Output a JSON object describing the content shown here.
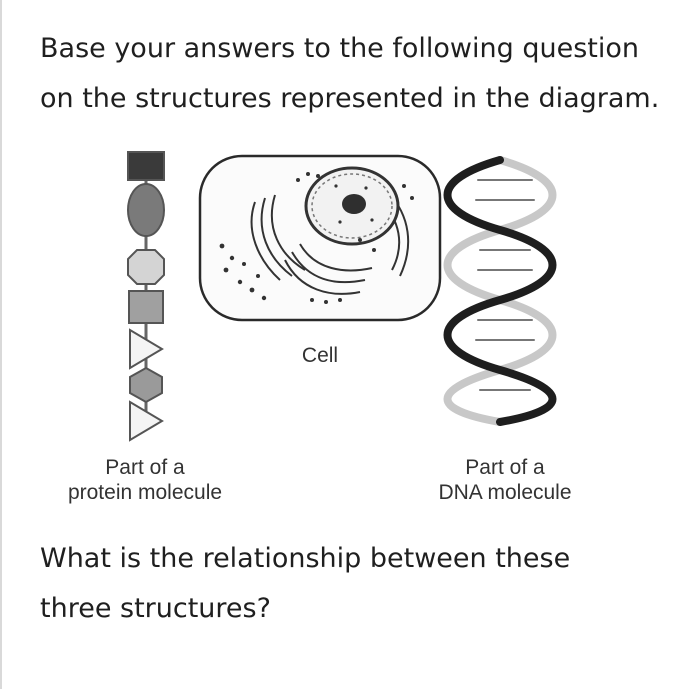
{
  "prompt": {
    "line1": "Base your answers to the following question",
    "line2": "on the structures represented in the diagram."
  },
  "diagram": {
    "cell_label": "Cell",
    "protein_caption_line1": "Part of a",
    "protein_caption_line2": "protein molecule",
    "dna_caption_line1": "Part of a",
    "dna_caption_line2": "DNA molecule"
  },
  "question": {
    "line1": "What is the relationship between these",
    "line2": "three structures?"
  }
}
